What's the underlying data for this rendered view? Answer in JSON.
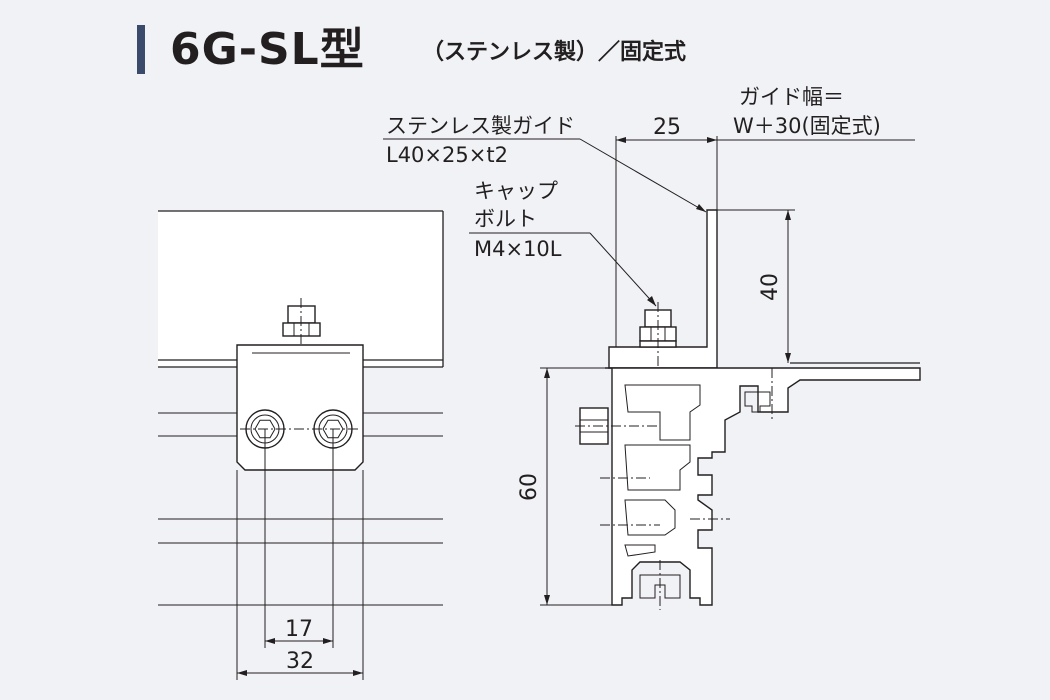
{
  "title": {
    "model": "6G-SL型",
    "subtitle": "（ステンレス製）／固定式"
  },
  "labels": {
    "guide_name": "ステンレス製ガイド",
    "guide_spec": "L40×25×t2",
    "cap_bolt_line1": "キャップ",
    "cap_bolt_line2": "ボルト",
    "cap_bolt_spec": "M4×10L",
    "guide_width_line1": "ガイド幅＝",
    "guide_width_line2": "W＋30(固定式)"
  },
  "dimensions": {
    "top_width": "25",
    "guide_height": "40",
    "frame_height": "60",
    "bolt_pitch": "17",
    "bracket_width": "32"
  }
}
